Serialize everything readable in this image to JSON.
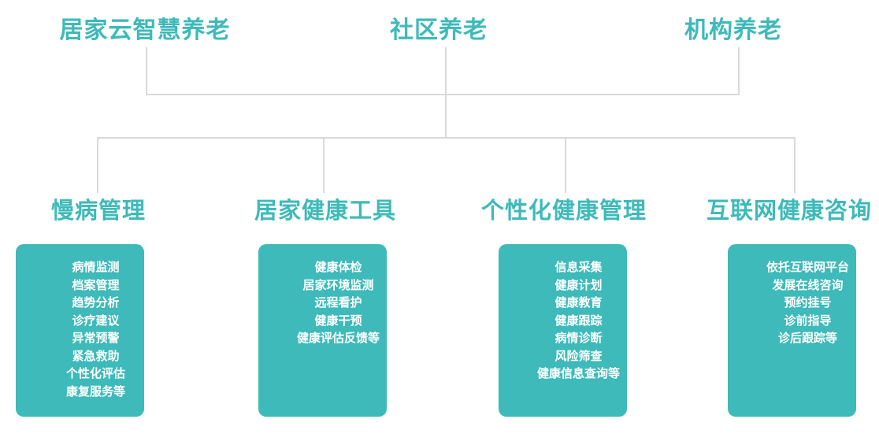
{
  "colors": {
    "accent": "#3dbab9",
    "line": "#d9d9d9",
    "box_text": "#ffffff"
  },
  "top_nodes": [
    {
      "label": "居家云智慧养老"
    },
    {
      "label": "社区养老"
    },
    {
      "label": "机构养老"
    }
  ],
  "categories": [
    {
      "title": "慢病管理",
      "items": [
        "病情监测",
        "档案管理",
        "趋势分析",
        "诊疗建议",
        "异常预警",
        "紧急救助",
        "个性化评估",
        "康复服务等"
      ]
    },
    {
      "title": "居家健康工具",
      "items": [
        "健康体检",
        "居家环境监测",
        "远程看护",
        "健康干预",
        "健康评估反馈等"
      ]
    },
    {
      "title": "个性化健康管理",
      "items": [
        "信息采集",
        "健康计划",
        "健康教育",
        "健康跟踪",
        "病情诊断",
        "风险筛查",
        "健康信息查询等"
      ]
    },
    {
      "title": "互联网健康咨询",
      "items": [
        "依托互联网平台",
        "发展在线咨询",
        "预约挂号",
        "诊前指导",
        "诊后跟踪等"
      ]
    }
  ]
}
